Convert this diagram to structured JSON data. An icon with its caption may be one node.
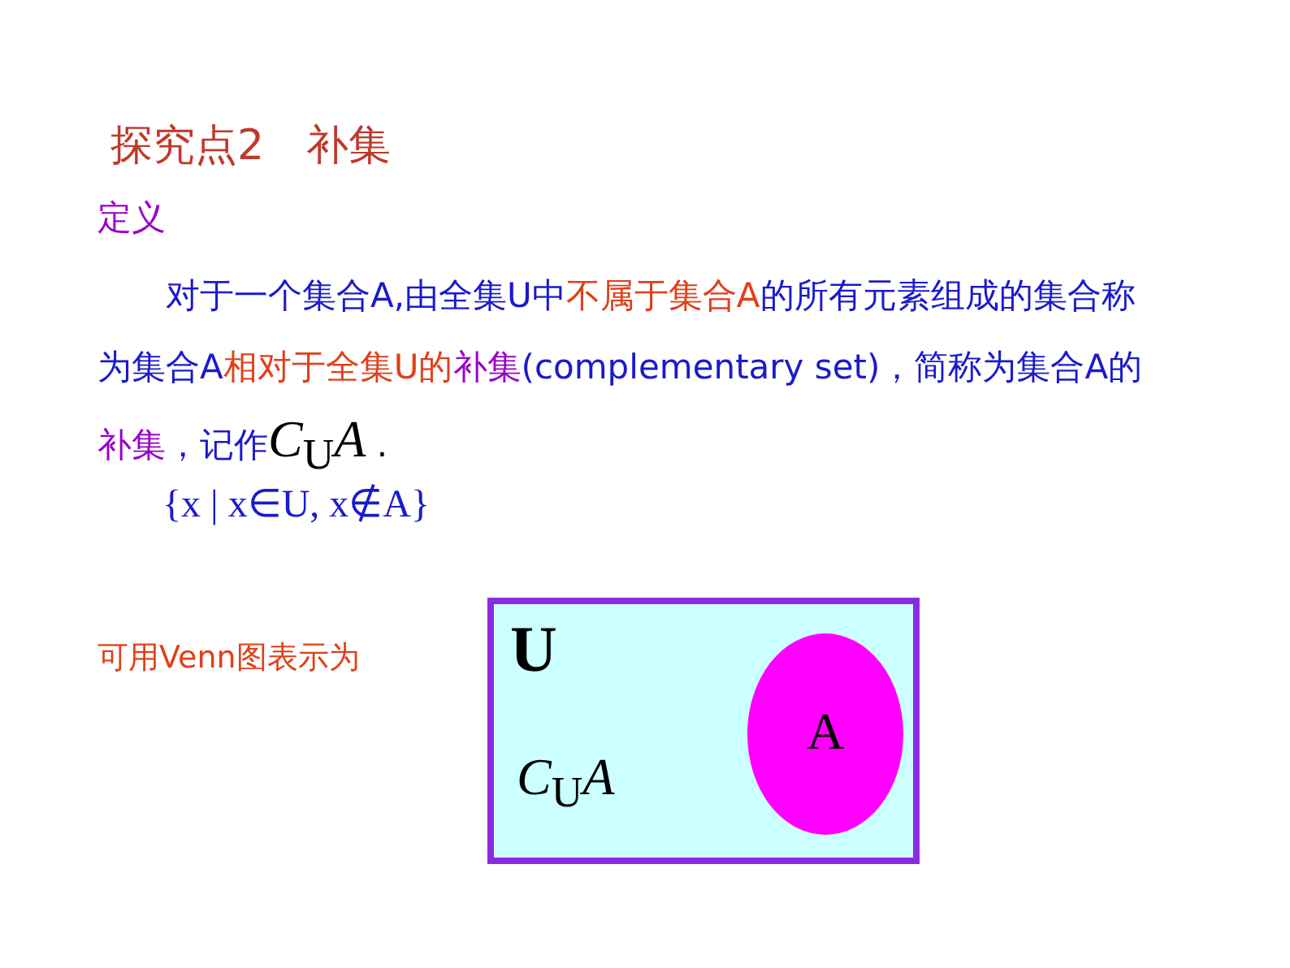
{
  "diagram": {
    "title": "探究点2　补集",
    "nodes": [
      {
        "text": [
          "U",
          "*C*$_{U}$*A*"
        ]
      },
      {
        "text": [
          "A"
        ],
        "in": 0
      }
    ],
    "labels": [
      "定义",
      "对于一个集合A,由全集U中",
      "不属于集合A",
      "的所有元素组成的集合称为集合A",
      "相对于全集U的",
      "补集",
      "(complementary set)，简称为集合A的",
      "补集",
      "，记作",
      "*C*$_{U}$*A*",
      " .",
      "{x | x∈U, x∉A}",
      "可用Venn图表示为"
    ]
  }
}
